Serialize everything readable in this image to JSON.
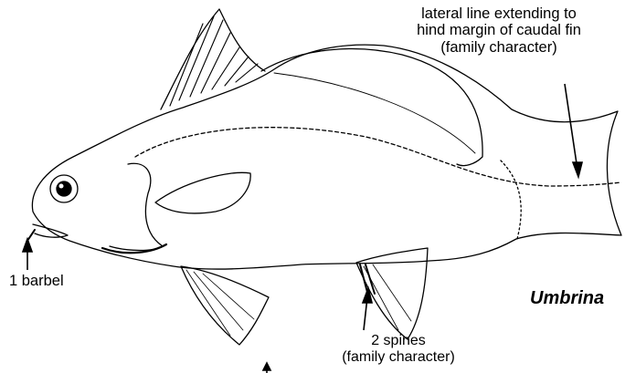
{
  "labels": {
    "lateral_line": [
      "lateral line extending to",
      "hind margin of caudal fin",
      "(family character)"
    ],
    "barbel": "1 barbel",
    "spines": [
      "2 spines",
      "(family character)"
    ],
    "genus": "Umbrina"
  },
  "colors": {
    "ink": "#000000",
    "background": "#ffffff"
  }
}
